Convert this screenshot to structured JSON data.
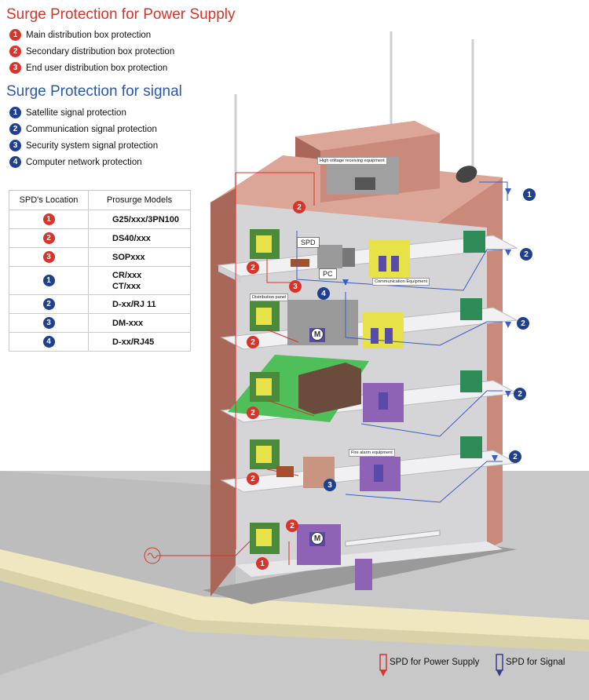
{
  "power": {
    "title": "Surge Protection for Power Supply",
    "items": [
      {
        "num": "1",
        "label": "Main distribution box protection"
      },
      {
        "num": "2",
        "label": "Secondary distribution box protection"
      },
      {
        "num": "3",
        "label": "End user distribution box protection"
      }
    ]
  },
  "signal": {
    "title": "Surge Protection for signal",
    "items": [
      {
        "num": "1",
        "label": "Satellite signal protection"
      },
      {
        "num": "2",
        "label": "Communication signal protection"
      },
      {
        "num": "3",
        "label": "Security system signal protection"
      },
      {
        "num": "4",
        "label": "Computer network protection"
      }
    ]
  },
  "table": {
    "header_location": "SPD's Location",
    "header_models": "Prosurge Models",
    "rows": [
      {
        "num": "1",
        "color": "red",
        "model": "G25/xxx/3PN100"
      },
      {
        "num": "2",
        "color": "red",
        "model": "DS40/xxx"
      },
      {
        "num": "3",
        "color": "red",
        "model": "SOPxxx"
      },
      {
        "num": "1",
        "color": "blue",
        "model": "CR/xxx\nCT/xxx"
      },
      {
        "num": "2",
        "color": "blue",
        "model": "D-xx/RJ 11"
      },
      {
        "num": "3",
        "color": "blue",
        "model": "DM-xxx"
      },
      {
        "num": "4",
        "color": "blue",
        "model": "D-xx/RJ45"
      }
    ]
  },
  "building": {
    "label_hv": "High voltage receiving equipment",
    "label_spd": "SPD",
    "label_pc": "PC",
    "label_comm": "Communication Equipment",
    "label_dist": "Distribution panel",
    "label_fire": "Fire alarm equipment",
    "motor_letter": "M",
    "markers": {
      "r1": "1",
      "r2": "2",
      "r3": "3",
      "b1": "1",
      "b2": "2",
      "b3": "3",
      "b4": "4"
    }
  },
  "legend_bottom": {
    "power": "SPD for Power Supply",
    "signal": "SPD for Signal"
  },
  "colors": {
    "brick": "#c98a7c",
    "brick_dark": "#a9675a",
    "brick_light": "#dba597",
    "power": "#d8342a",
    "signal": "#1f3f8f",
    "floor": "#f1f1f4",
    "yellow": "#e7e24a",
    "purple": "#8e62b5",
    "green_box": "#2e8b57",
    "pavement": "#c4c4c4",
    "curb": "#efe7bf"
  }
}
